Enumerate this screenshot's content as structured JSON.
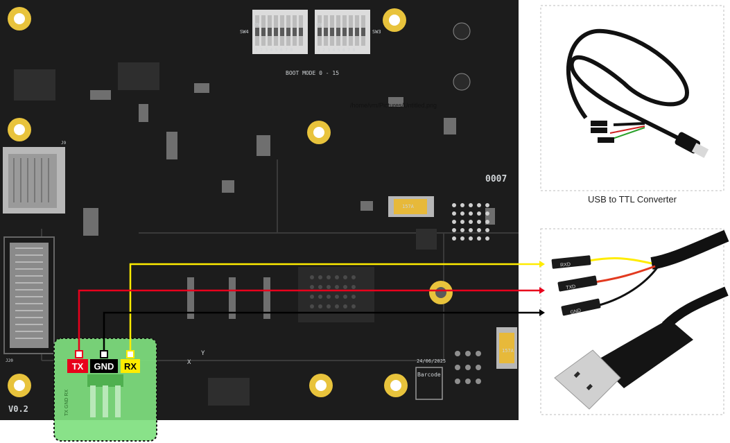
{
  "board": {
    "version": "V0.2",
    "boot_mode": "BOOT MODE 0 - 15",
    "sw3": "SW3",
    "sw4": "SW4",
    "on_left": "ON",
    "on_right": "ON",
    "dip_numbers_left": "1 2 3 4 5 6 7 8",
    "dip_numbers_right": "1 2 3 4 5 6 7 8",
    "board_id": "0007",
    "date": "24/06/2025",
    "barcode": "Barcode",
    "path_text": "/home/vm/Pictures/Untitled.png",
    "j9": "J9",
    "j20": "J20",
    "cap_label": "157A",
    "cap_label2": "157A",
    "axis_x": "X",
    "axis_y": "Y",
    "header_silk": "TX GND RX"
  },
  "uart_labels": {
    "tx": "TX",
    "gnd": "GND",
    "rx": "RX"
  },
  "converter": {
    "caption": "USB to TTL Converter",
    "rxd": "RXD",
    "txd": "TXD",
    "gnd": "GND"
  },
  "colors": {
    "tx": "#e8001c",
    "gnd": "#000000",
    "rx": "#ffec00",
    "highlight": "#7fe07f",
    "pcb": "#1c1c1c",
    "pad": "#e8c33c"
  }
}
